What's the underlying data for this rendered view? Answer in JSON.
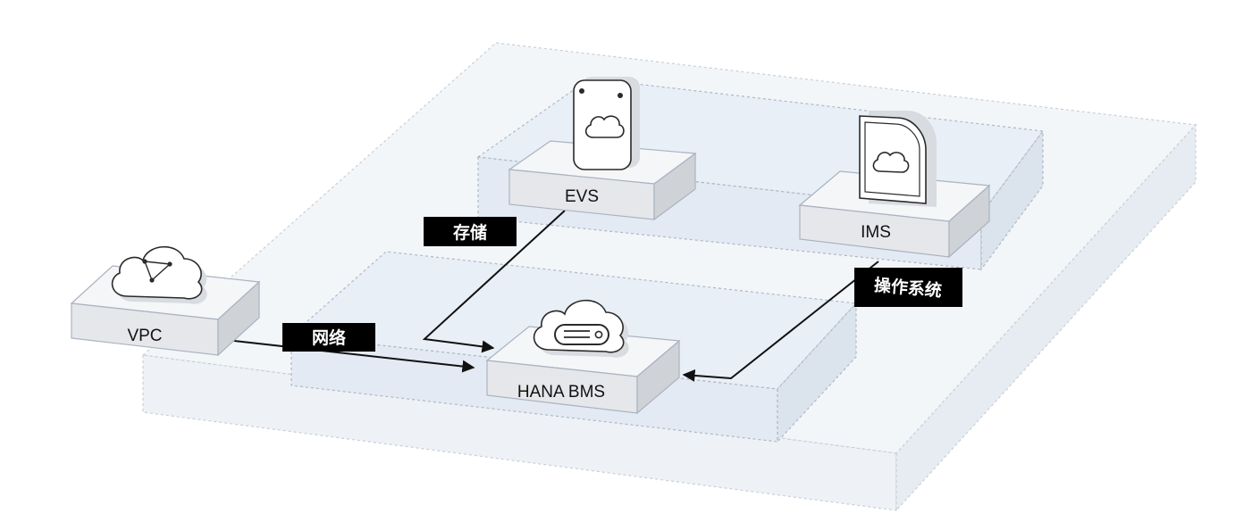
{
  "nodes": {
    "vpc": {
      "label": "VPC",
      "icon": "vpc-cloud-icon"
    },
    "evs": {
      "label": "EVS",
      "icon": "evs-disk-icon"
    },
    "ims": {
      "label": "IMS",
      "icon": "ims-image-icon"
    },
    "bms": {
      "label": "HANA BMS",
      "icon": "bms-server-cloud-icon"
    }
  },
  "connections": {
    "network": {
      "label": "网络",
      "from": "VPC",
      "to": "HANA BMS"
    },
    "storage": {
      "label": "存储",
      "from": "EVS",
      "to": "HANA BMS"
    },
    "os": {
      "label": "操作系统",
      "from": "IMS",
      "to": "HANA BMS"
    }
  },
  "colors": {
    "region_fill": "#f3f6f9",
    "region_border": "#c9cfd6",
    "subregion_fill": "#e8eff7",
    "block_top": "#f5f6f8",
    "block_front": "#e6e7ea",
    "block_side": "#cfd2d7",
    "block_edge": "#a9b3c0",
    "line": "#111111",
    "tag_bg": "#000000",
    "tag_text": "#ffffff"
  }
}
